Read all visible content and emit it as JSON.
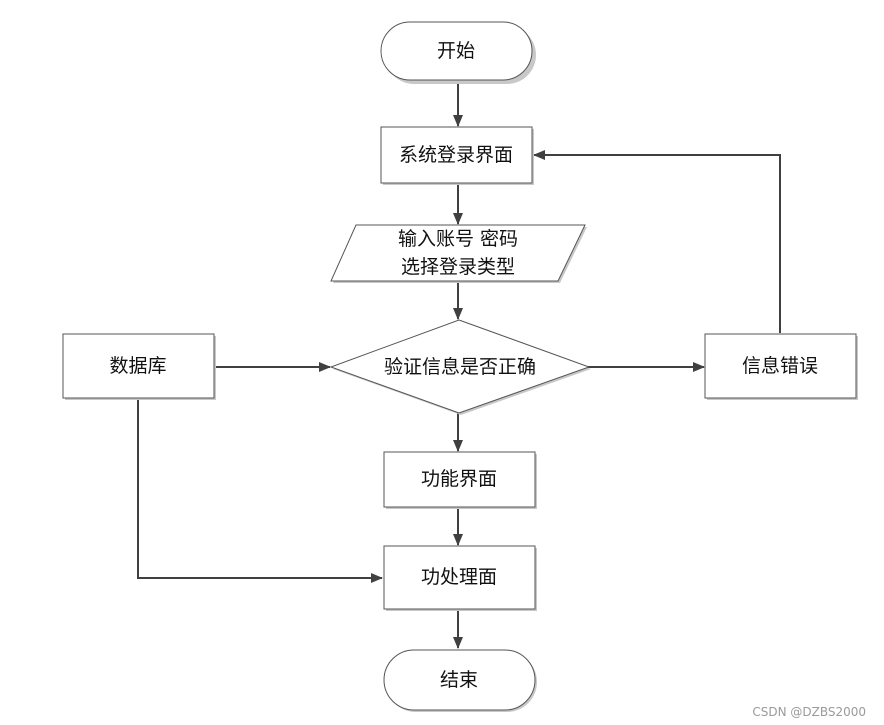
{
  "nodes": {
    "start": "开始",
    "login_page": "系统登录界面",
    "input_line1": "输入账号 密码",
    "input_line2": "选择登录类型",
    "verify": "验证信息是否正确",
    "database": "数据库",
    "info_error": "信息错误",
    "function_page": "功能界面",
    "process_page": "功处理面",
    "end": "结束"
  },
  "watermark": "CSDN @DZBS2000",
  "colors": {
    "line": "#404040",
    "border": "#555555",
    "fill": "#ffffff",
    "shadow": "#c8c8c8"
  }
}
